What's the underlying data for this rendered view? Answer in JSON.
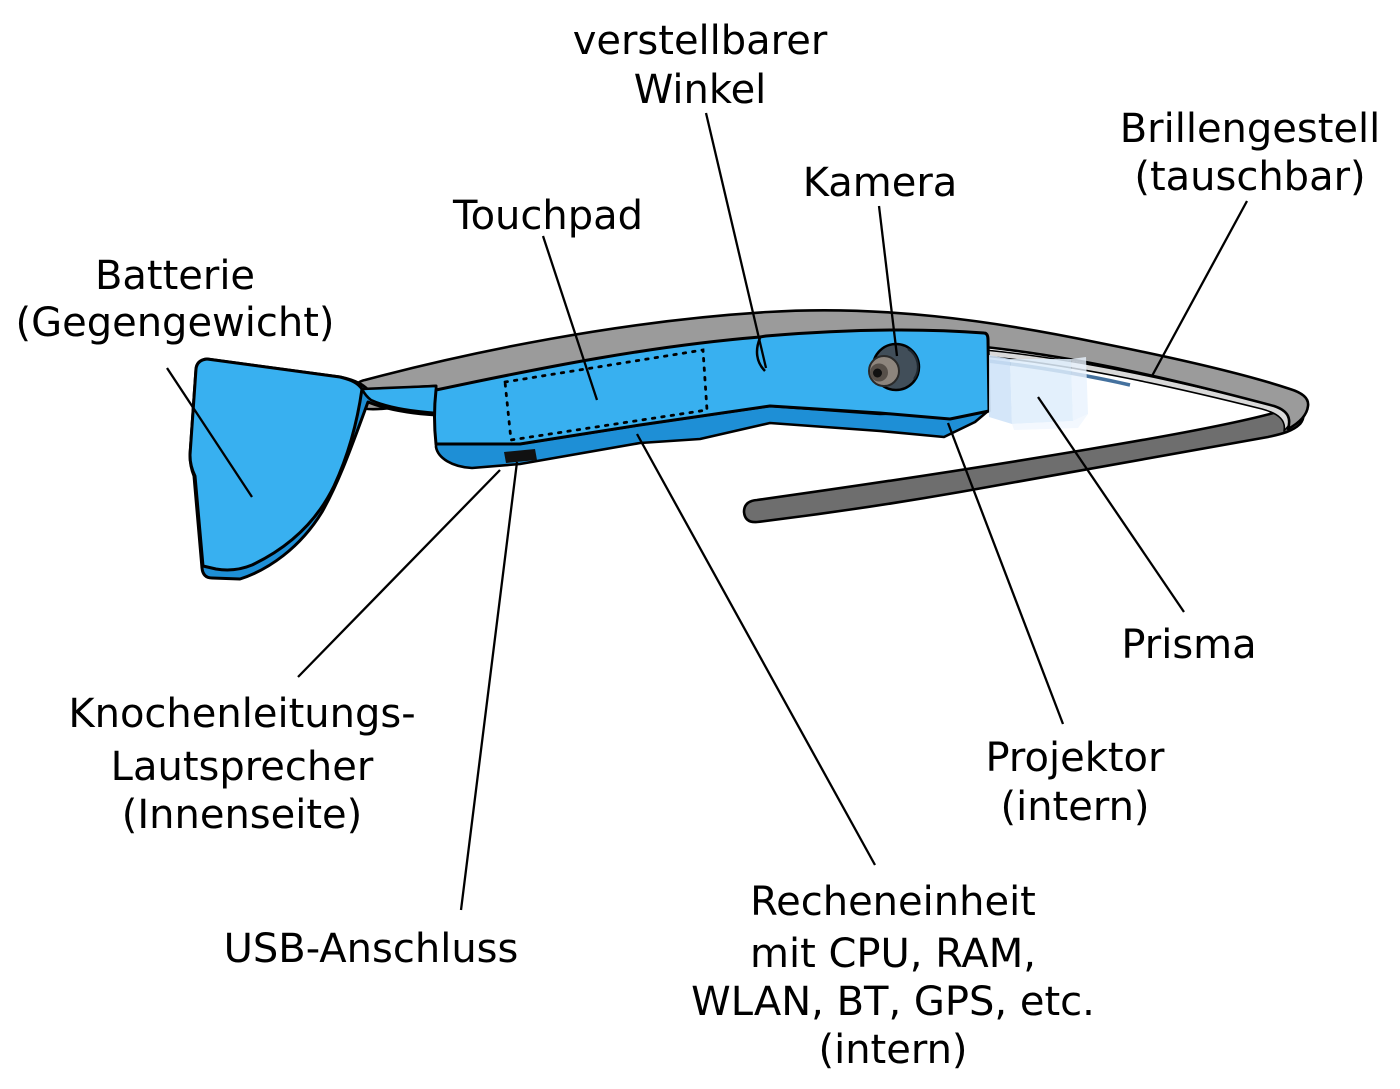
{
  "diagram": {
    "subject": "google-glass-schematic",
    "labels": {
      "battery": {
        "lines": [
          "Batterie",
          "(Gegengewicht)"
        ]
      },
      "touchpad": {
        "lines": [
          "Touchpad"
        ]
      },
      "adjustable_angle": {
        "lines": [
          "verstellbarer",
          "Winkel"
        ]
      },
      "camera": {
        "lines": [
          "Kamera"
        ]
      },
      "frame": {
        "lines": [
          "Brillengestell",
          "(tauschbar)"
        ]
      },
      "prism": {
        "lines": [
          "Prisma"
        ]
      },
      "projector": {
        "lines": [
          "Projektor",
          "(intern)"
        ]
      },
      "compute": {
        "lines": [
          "Recheneinheit",
          "mit CPU, RAM,",
          "WLAN, BT, GPS, etc.",
          "(intern)"
        ]
      },
      "usb": {
        "lines": [
          "USB-Anschluss"
        ]
      },
      "bone_speaker": {
        "lines": [
          "Knochenleitungs-",
          "Lautsprecher",
          "(Innenseite)"
        ]
      }
    },
    "colors": {
      "background": "#FFFFFF",
      "outline": "#000000",
      "body_blue": "#38B0F0",
      "body_blue_dark": "#1E8FD6",
      "frame_gray": "#9B9B9B",
      "frame_gray_dark": "#6E6E6E",
      "frame_lining": "#D9D9D9",
      "display_edge_blue": "#44719E",
      "camera_ring": "#414E59",
      "camera_lens": "#8D857D",
      "camera_lens_dark": "#564F49",
      "camera_aperture": "#111111",
      "usb_port": "#111111",
      "prism_left": "#CFE3F8",
      "prism_front": "#DEEDFC",
      "prism_right": "#E9F3FE",
      "prism_bottom": "#F0F6FE",
      "label_text": "#000000"
    }
  }
}
